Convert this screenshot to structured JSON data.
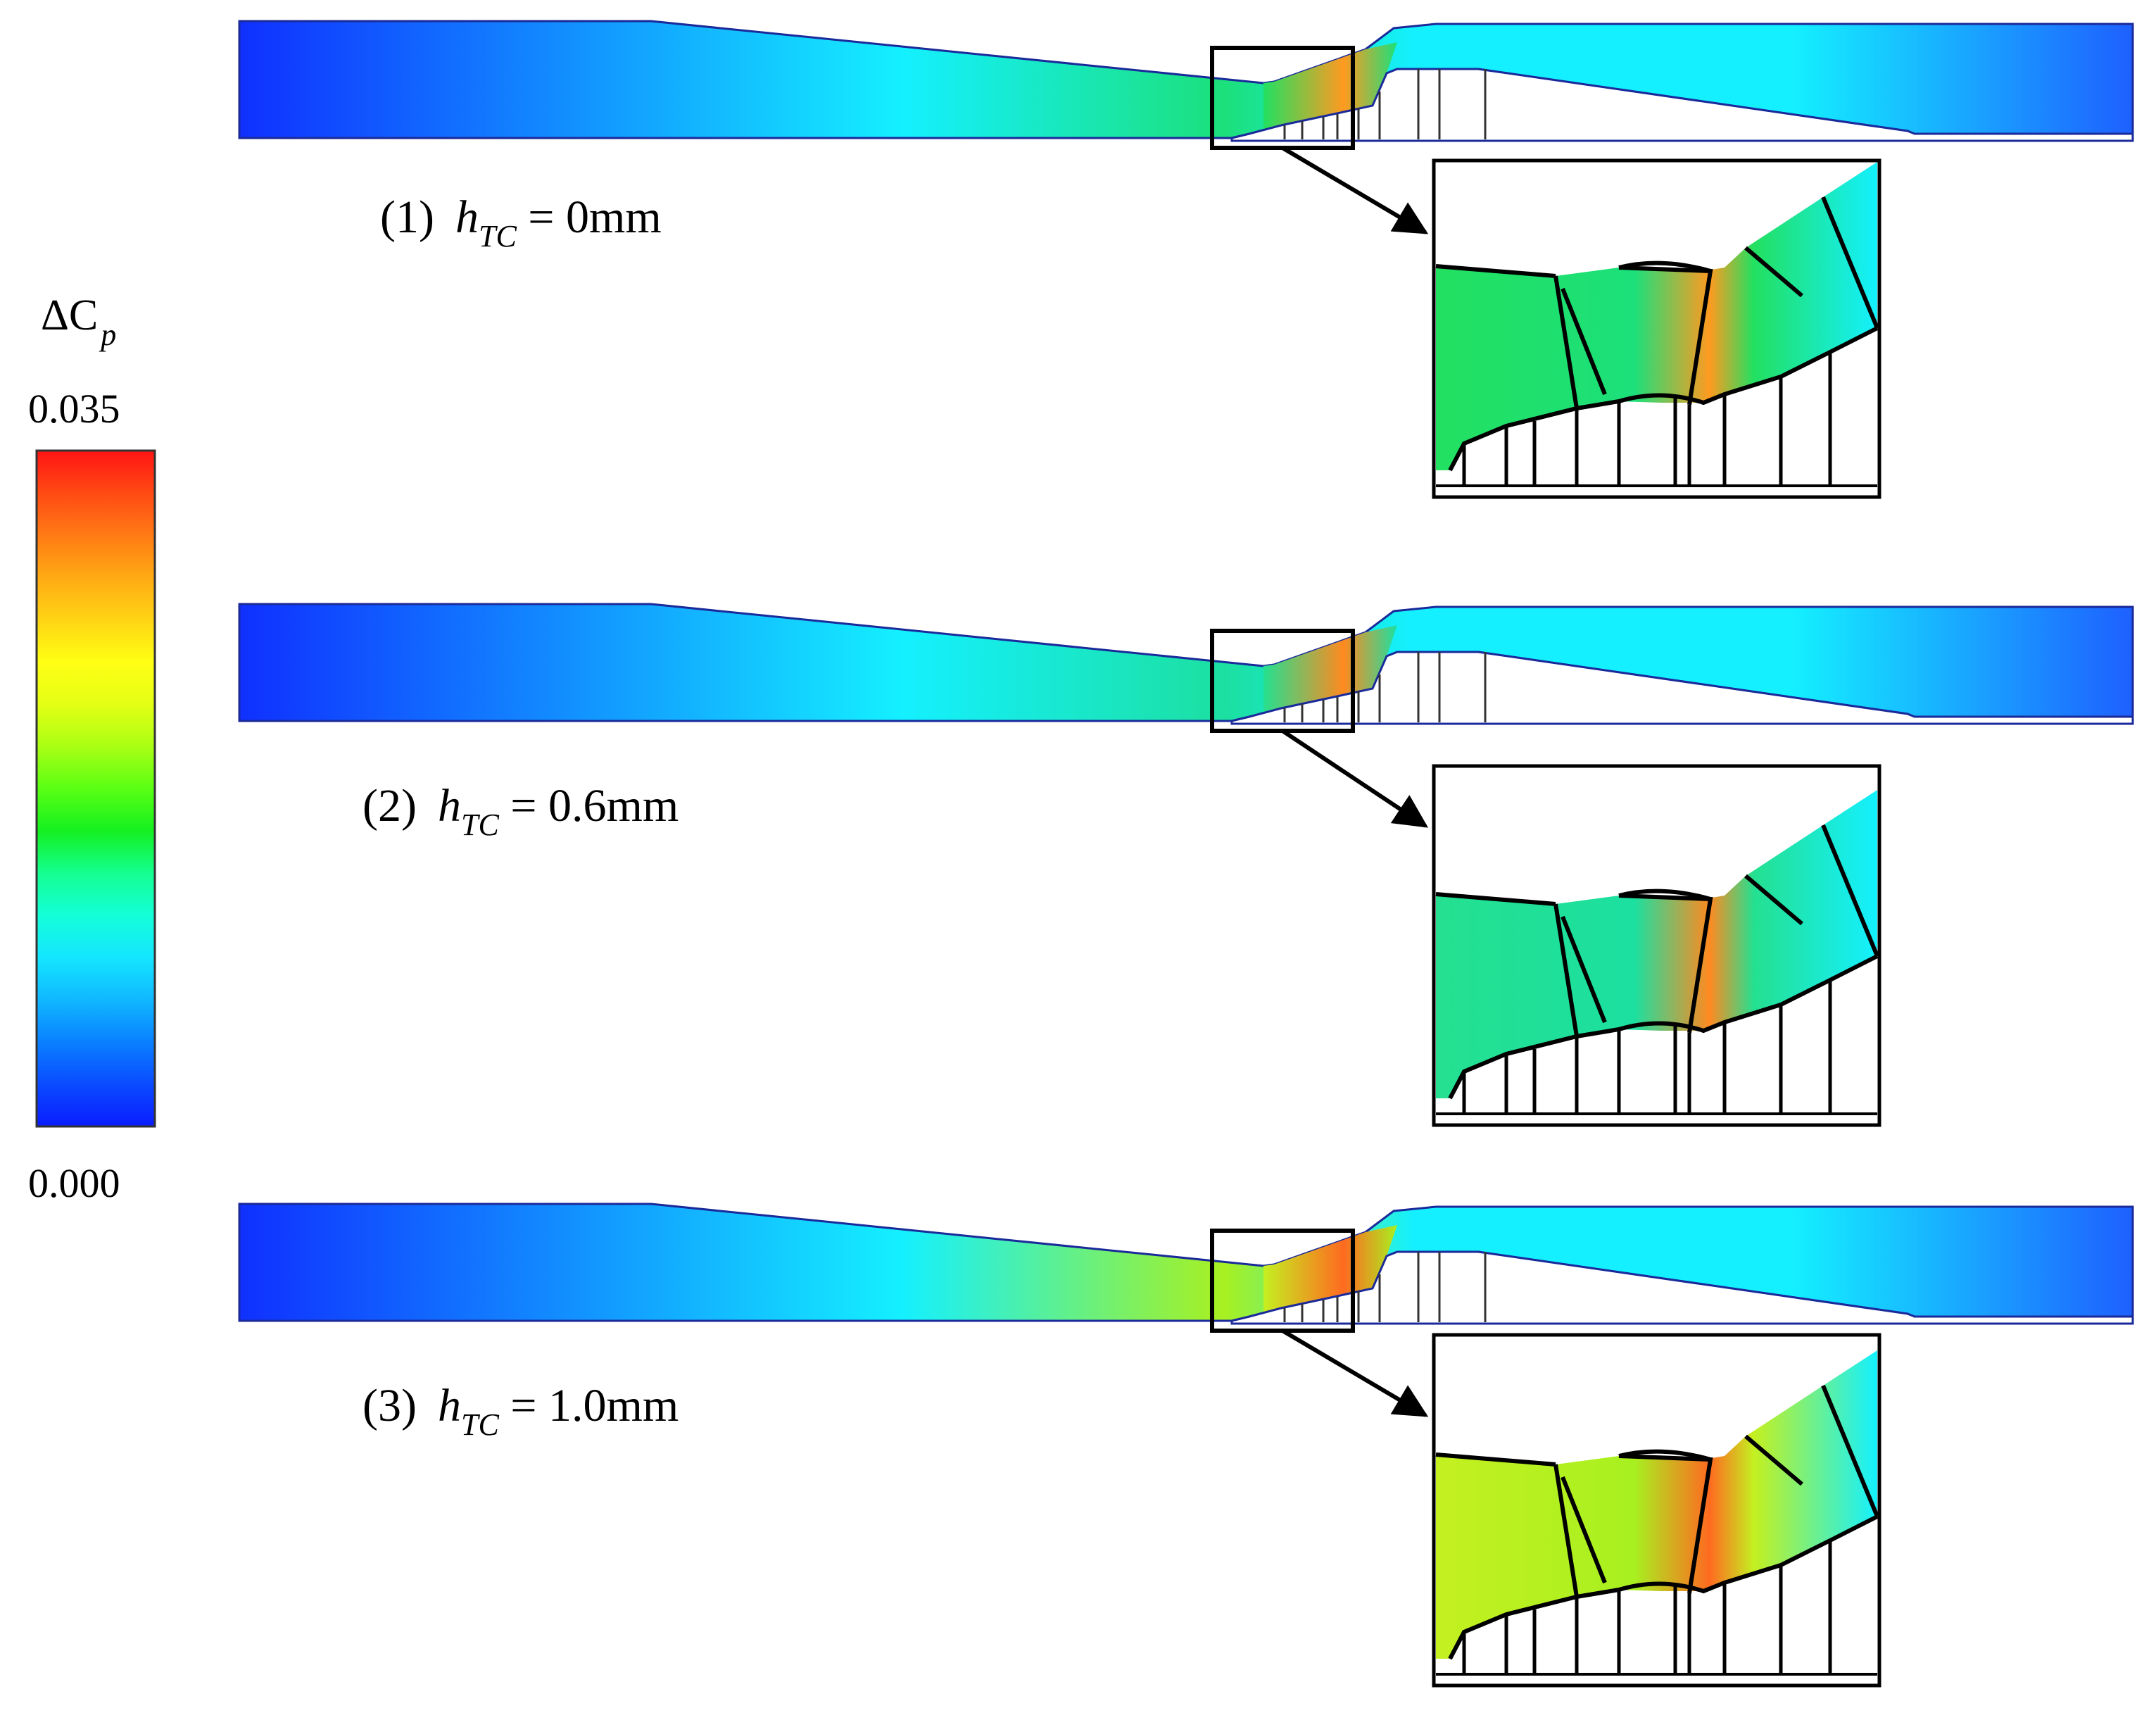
{
  "colorbar": {
    "label_main": "ΔC",
    "label_sub": "p",
    "max_label": "0.035",
    "min_label": "0.000",
    "colors": [
      "#0a1cff",
      "#0a4bff",
      "#0a80ff",
      "#10b8ff",
      "#14e6ff",
      "#14ffd8",
      "#14ff90",
      "#14f020",
      "#5aff14",
      "#aaff14",
      "#e4ff14",
      "#ffff14",
      "#ffd414",
      "#ffaa14",
      "#ff7a14",
      "#ff4a14",
      "#ff1414"
    ]
  },
  "cases": [
    {
      "number": "(1)",
      "var_main": "h",
      "var_sub": "TC",
      "value": " = 0mm",
      "contour": {
        "inlet": "#1030ff",
        "mid": "#14f0ff",
        "throat": "#1ce07a",
        "blade": "#22e060",
        "hot": "#ff9a20",
        "outlet": "#1e60ff"
      }
    },
    {
      "number": "(2)",
      "var_main": "h",
      "var_sub": "TC",
      "value": " = 0.6mm",
      "contour": {
        "inlet": "#1030ff",
        "mid": "#14f0ff",
        "throat": "#1ce0a0",
        "blade": "#24e090",
        "hot": "#ff8a20",
        "outlet": "#1e60ff"
      }
    },
    {
      "number": "(3)",
      "var_main": "h",
      "var_sub": "TC",
      "value": " = 1.0mm",
      "contour": {
        "inlet": "#1030ff",
        "mid": "#14f0ff",
        "throat": "#a8f020",
        "blade": "#c4f020",
        "hot": "#ff6a20",
        "outlet": "#1e60ff"
      }
    }
  ]
}
